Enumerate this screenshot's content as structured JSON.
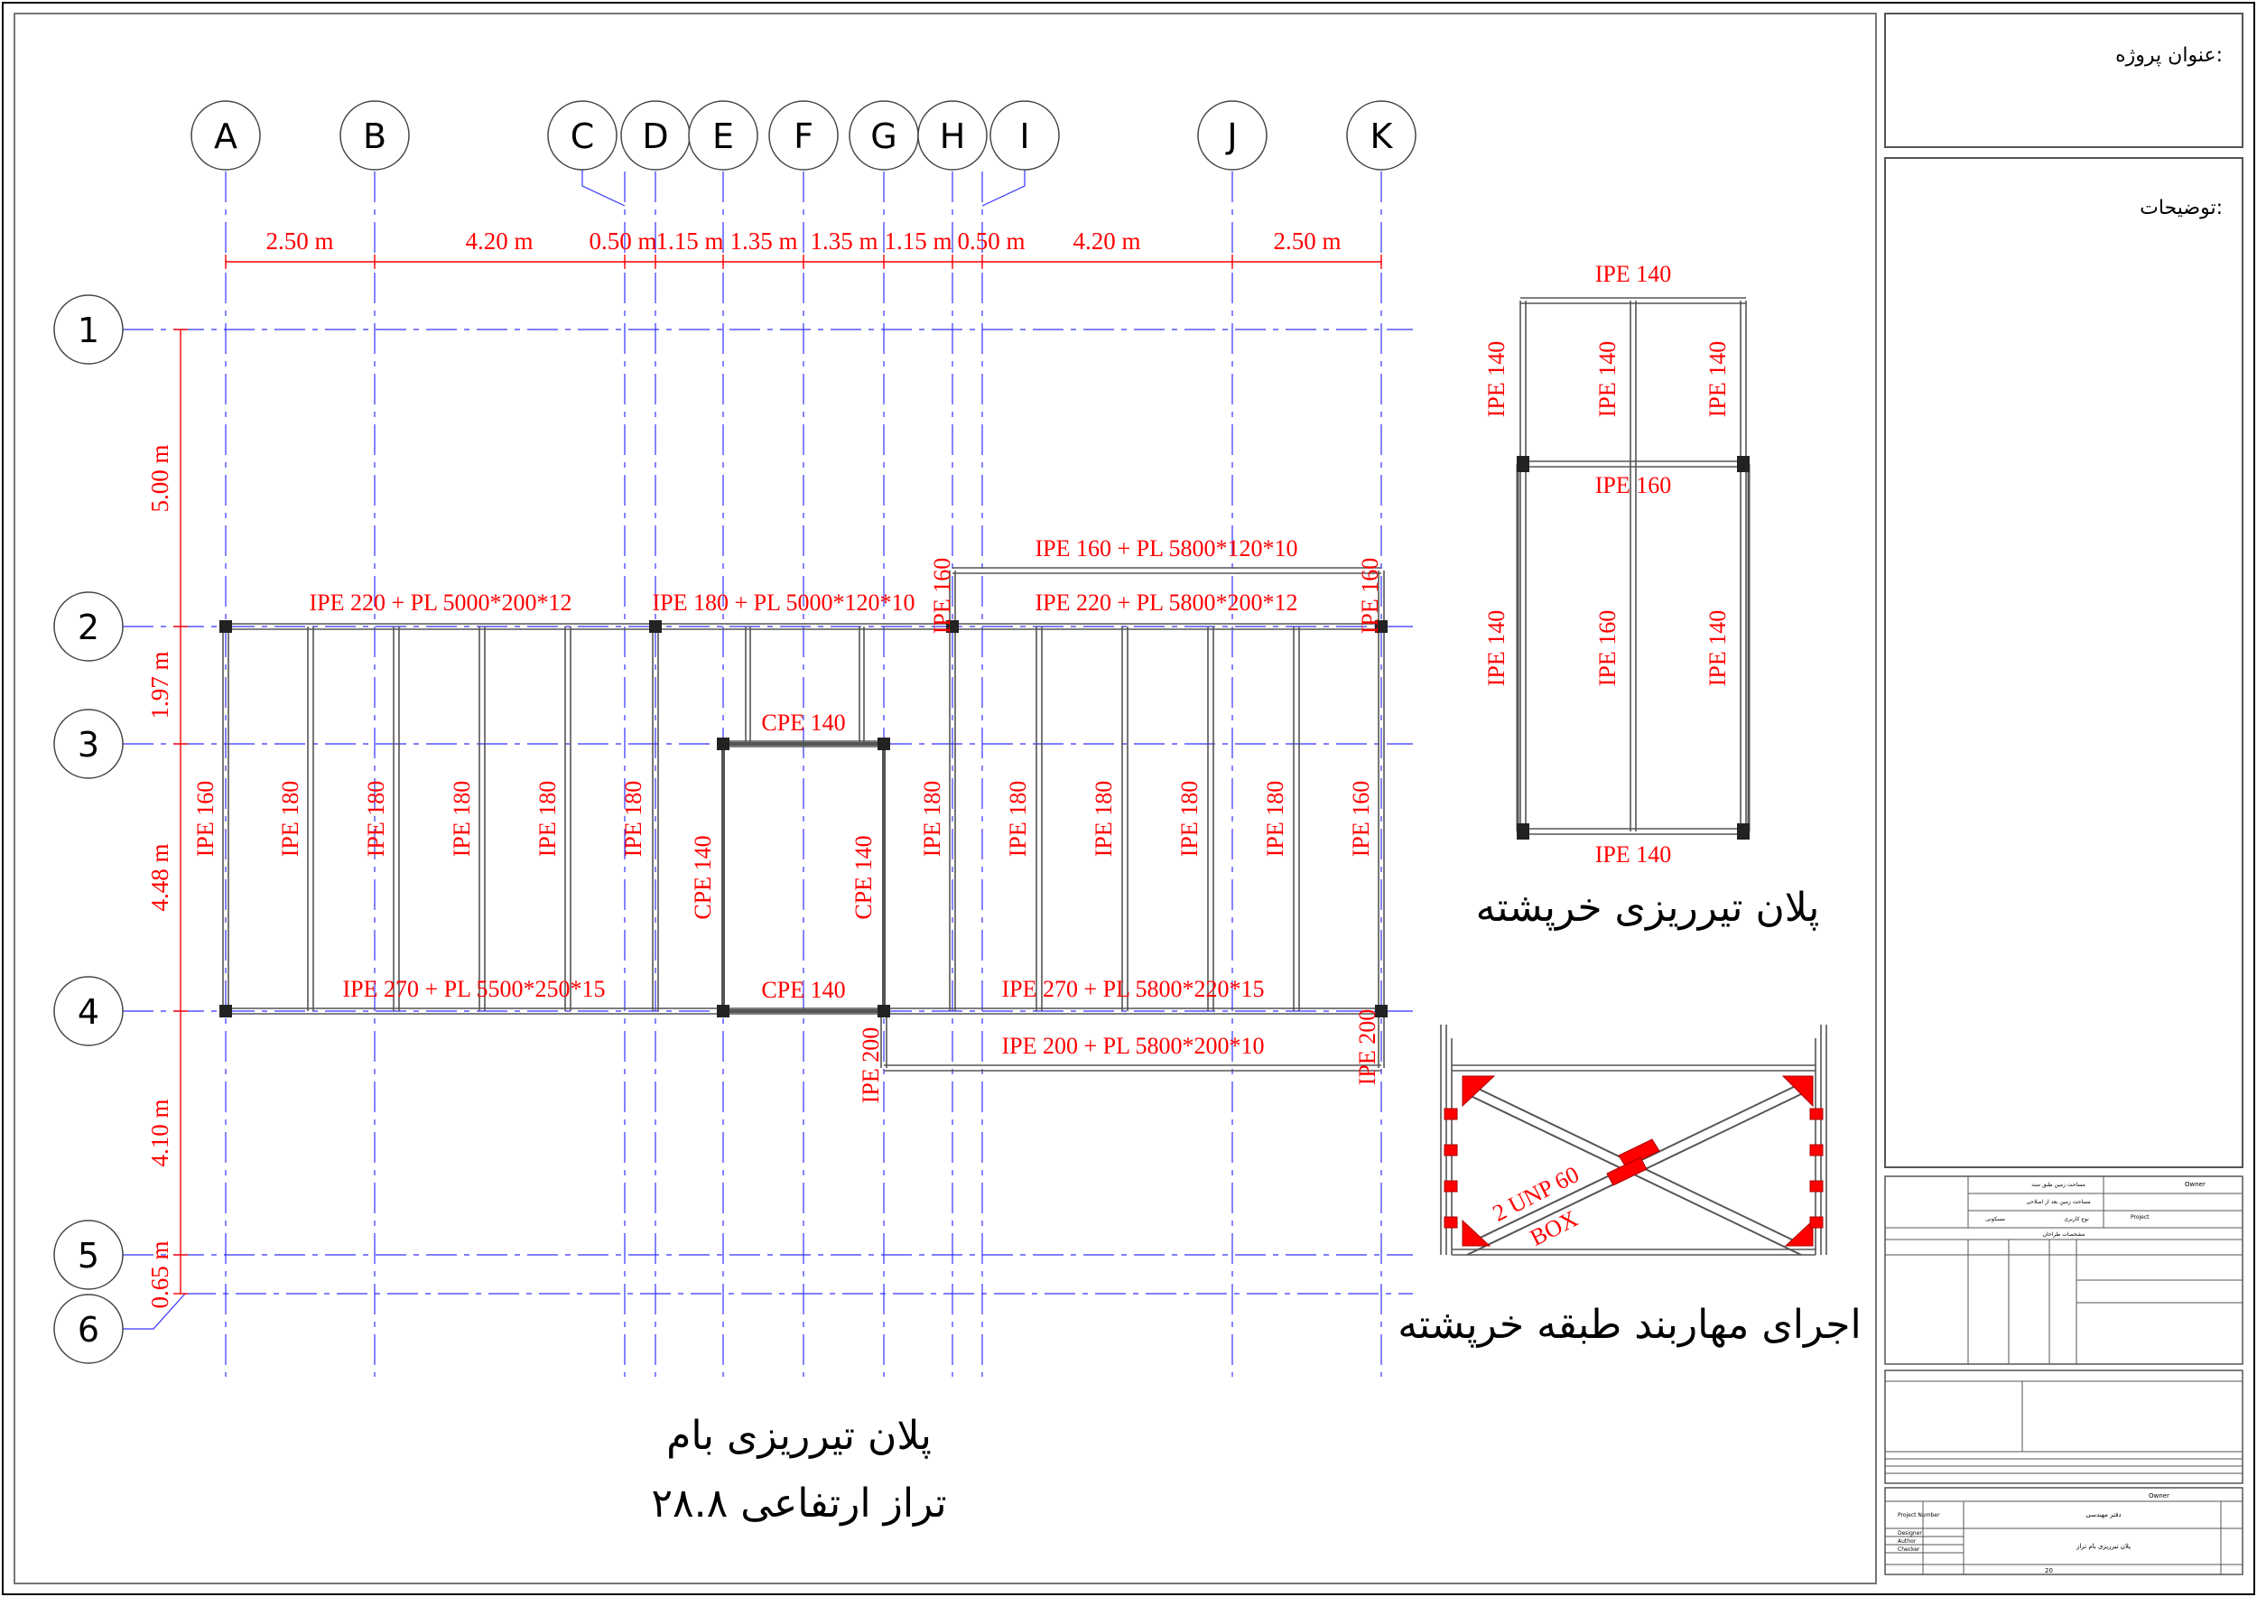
{
  "title_block": {
    "project_title_label": "عنوان پروژه:",
    "description_label": "توضیحات:",
    "owner_label": "Owner",
    "owner_value": "Owner",
    "project_label": "Project",
    "project_number_label": "Project Number",
    "designer_label": "Designer",
    "author_label": "Author",
    "checker_label": "Checker",
    "sheet_number": "20",
    "row_text_1": "مساحت زمین طبق سند",
    "row_text_2": "مساحت زمین بعد از اصلاحی",
    "row_text_3": "نوع کاربری",
    "row_text_4": "مسکونی",
    "row_text_5": "مشخصات طراحان",
    "row_text_6": "دفتر مهندسی",
    "row_text_7": "پلان تیرریزی بام تراز"
  },
  "grid_columns": [
    "A",
    "B",
    "C",
    "D",
    "E",
    "F",
    "G",
    "H",
    "I",
    "J",
    "K"
  ],
  "grid_rows": [
    "1",
    "2",
    "3",
    "4",
    "5",
    "6"
  ],
  "column_spacings": [
    "2.50 m",
    "4.20 m",
    "0.50 m",
    "1.15 m",
    "1.35 m",
    "1.35 m",
    "1.15 m",
    "0.50 m",
    "4.20 m",
    "2.50 m"
  ],
  "row_spacings": [
    "5.00 m",
    "1.97 m",
    "4.48 m",
    "4.10 m",
    "0.65 m"
  ],
  "roof_plan": {
    "beam_top_left": "IPE 220 + PL 5000*200*12",
    "beam_top_mid": "IPE 180 + PL 5000*120*10",
    "beam_top_right": "IPE 220 + PL 5800*200*12",
    "beam_top_ext": "IPE 160 + PL 5800*120*10",
    "beam_bottom_left": "IPE 270 + PL 5500*250*15",
    "beam_bottom_right": "IPE 270 + PL 5800*220*15",
    "beam_bottom_ext": "IPE 200 + PL 5800*200*10",
    "cpe_top": "CPE 140",
    "cpe_bottom": "CPE 140",
    "cpe_left": "CPE 140",
    "cpe_right": "CPE 140",
    "ipe_160": "IPE 160",
    "ipe_180": "IPE 180",
    "ipe_200": "IPE 200",
    "title_line1": "پلان تیرریزی بام",
    "title_line2": "تراز ارتفاعی ۲۸.۸"
  },
  "stair_plan": {
    "top": "IPE 140",
    "mid": "IPE 160",
    "bottom": "IPE 140",
    "left_top": "IPE 140",
    "center_top": "IPE 140",
    "right_top": "IPE 140",
    "left_bottom": "IPE 140",
    "center_bottom": "IPE 160",
    "right_bottom": "IPE 140",
    "title": "پلان تیرریزی خرپشته"
  },
  "bracing": {
    "label1": "2 UNP 60",
    "label2": "BOX",
    "title": "اجرای مهاربند طبقه خرپشته"
  },
  "colors": {
    "grid_lines": "#3333ff",
    "annotation_red": "#ff0000",
    "brace_fill": "#ff0000",
    "frame": "#000000"
  }
}
